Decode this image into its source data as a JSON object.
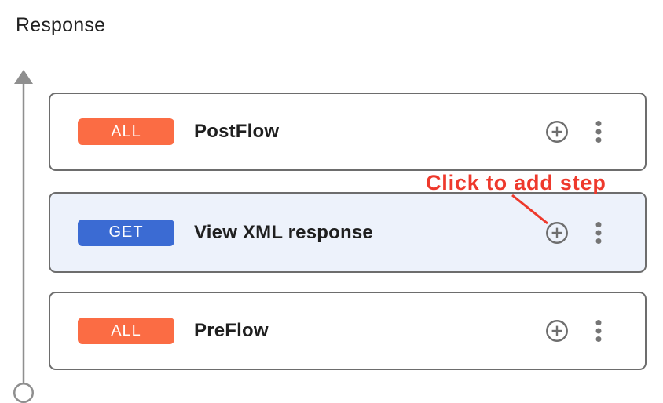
{
  "page": {
    "title": "Response"
  },
  "flow": {
    "cards": [
      {
        "badge": "ALL",
        "badge_color": "#fb6c44",
        "title": "PostFlow",
        "highlighted": false
      },
      {
        "badge": "GET",
        "badge_color": "#3b6bd3",
        "title": "View XML response",
        "highlighted": true
      },
      {
        "badge": "ALL",
        "badge_color": "#fb6c44",
        "title": "PreFlow",
        "highlighted": false
      }
    ]
  },
  "annotation": {
    "label": "Click to add step",
    "color": "#ee392c"
  },
  "icons": {
    "add_step": "plus-circle-icon",
    "more_options": "kebab-menu-icon",
    "direction": "up-arrow-line"
  },
  "colors": {
    "card_border": "#6d6d6d",
    "selected_card_bg": "#edf2fb",
    "icon_gray": "#6e6e6e",
    "arrow_gray": "#8f8f8f",
    "title_text": "#1f1f1f"
  }
}
